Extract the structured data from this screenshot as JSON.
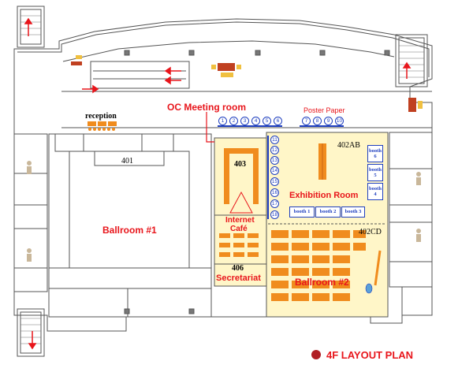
{
  "plan_title": "4F LAYOUT PLAN",
  "rooms": {
    "oc_meeting": "OC Meeting room",
    "poster_paper": "Poster Paper",
    "reception": "reception",
    "room_401": "401",
    "ballroom1": "Ballroom #1",
    "room_403": "403",
    "internet_cafe_l1": "Internet",
    "internet_cafe_l2": "Café",
    "room_406": "406",
    "secretariat": "Secretariat",
    "room_402ab": "402AB",
    "exhibition": "Exhibition Room",
    "room_402cd": "402CD",
    "ballroom2": "Ballroom #2"
  },
  "poster_numbers_left": [
    "1",
    "2",
    "3",
    "4",
    "5",
    "6"
  ],
  "poster_numbers_right": [
    "7",
    "8",
    "9",
    "10"
  ],
  "poster_numbers_side": [
    "11",
    "12",
    "13",
    "14",
    "15",
    "16",
    "17",
    "18"
  ],
  "booths_bottom": [
    "booth 1",
    "booth 2",
    "booth 3"
  ],
  "booths_right": [
    {
      "l1": "booth",
      "l2": "6"
    },
    {
      "l1": "booth",
      "l2": "5"
    },
    {
      "l1": "booth",
      "l2": "4"
    }
  ],
  "colors": {
    "highlight": "#fff6c8",
    "accent_red": "#e8151b",
    "booth_blue": "#1f3fbf",
    "table_orange": "#f08c1e",
    "legend_dot": "#b01e24"
  }
}
